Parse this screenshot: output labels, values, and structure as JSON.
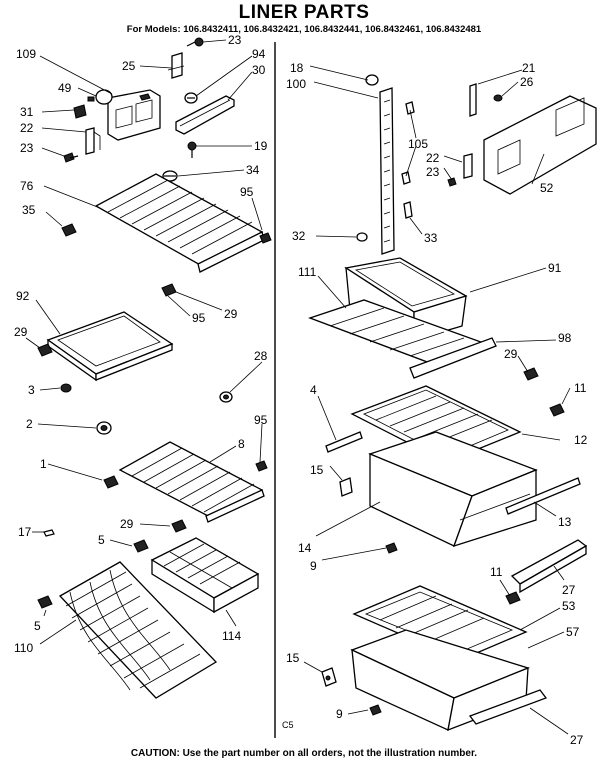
{
  "header": {
    "title": "LINER PARTS",
    "models": "For Models: 106.8432411, 106.8432421, 106.8432441, 106.8432461, 106.8432481"
  },
  "footer": {
    "caution": "CAUTION: Use the part number on all orders, not the illustration number."
  },
  "code": "C5",
  "labels": {
    "l109": "109",
    "l25": "25",
    "l23a": "23",
    "l94": "94",
    "l30": "30",
    "l49": "49",
    "l31": "31",
    "l22a": "22",
    "l23b": "23",
    "l19": "19",
    "l34": "34",
    "l76": "76",
    "l95a": "95",
    "l35": "35",
    "l92": "92",
    "l29a": "29",
    "l95b": "95",
    "l29b": "29",
    "l3": "3",
    "l28": "28",
    "l2": "2",
    "l95c": "95",
    "l8": "8",
    "l1": "1",
    "l17": "17",
    "l29c": "29",
    "l5a": "5",
    "l5b": "5",
    "l110": "110",
    "l114": "114",
    "l18": "18",
    "l100": "100",
    "l21": "21",
    "l26": "26",
    "l105": "105",
    "l22b": "22",
    "l23c": "23",
    "l52": "52",
    "l32": "32",
    "l33": "33",
    "l111": "111",
    "l91": "91",
    "l98": "98",
    "l29d": "29",
    "l4": "4",
    "l11a": "11",
    "l12": "12",
    "l15a": "15",
    "l13": "13",
    "l14": "14",
    "l9a": "9",
    "l11b": "11",
    "l27a": "27",
    "l53": "53",
    "l57": "57",
    "l15b": "15",
    "l9b": "9",
    "l27b": "27"
  }
}
